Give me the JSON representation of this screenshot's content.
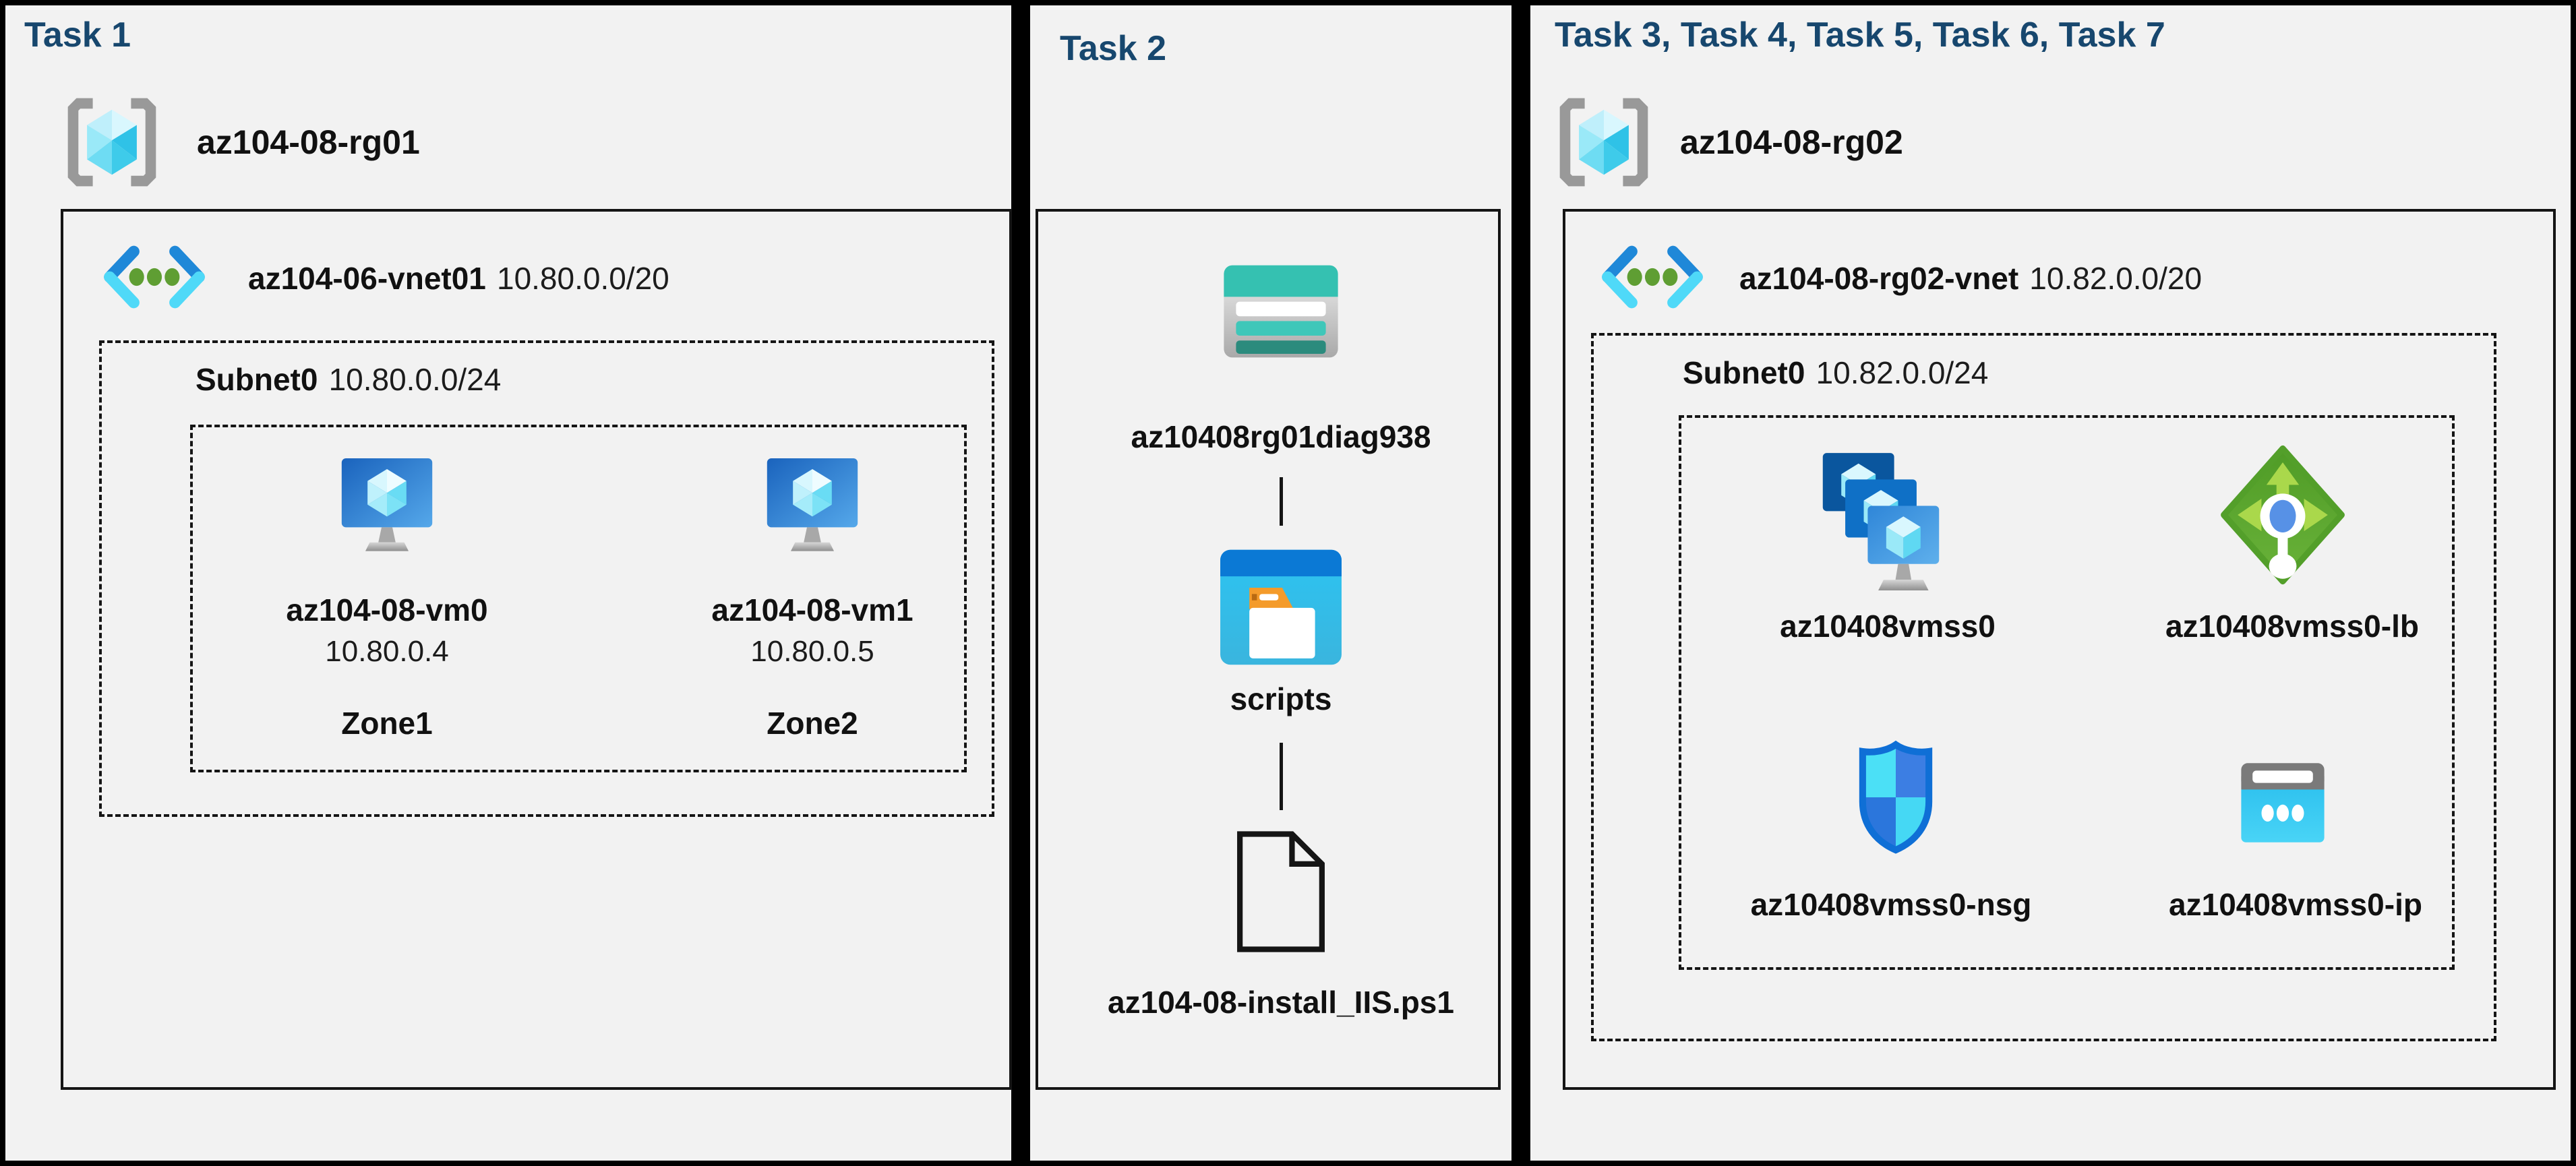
{
  "colors": {
    "background": "#000000",
    "panel_background": "#f2f2f2",
    "task_title": "#17476e",
    "box_border": "#151515",
    "label_text": "#111111",
    "azure_blue": "#1f88d8",
    "azure_cyan": "#4fd9f8",
    "vnet_dot_green": "#5f9e33",
    "lb_green": "#58a32c",
    "storage_teal": "#35c1b1",
    "folder_orange": "#f49b2b",
    "shield_blue": "#0f6fd6"
  },
  "panels": [
    {
      "title": "Task 1",
      "resource_group": "az104-08-rg01",
      "vnet": {
        "name": "az104-06-vnet01",
        "cidr": "10.80.0.0/20"
      },
      "subnet": {
        "name": "Subnet0",
        "cidr": "10.80.0.0/24"
      },
      "vms": [
        {
          "name": "az104-08-vm0",
          "ip": "10.80.0.4",
          "zone": "Zone1"
        },
        {
          "name": "az104-08-vm1",
          "ip": "10.80.0.5",
          "zone": "Zone2"
        }
      ]
    },
    {
      "title": "Task 2",
      "storage_account": "az10408rg01diag938",
      "folder": "scripts",
      "script_file": "az104-08-install_IIS.ps1"
    },
    {
      "title": "Task 3, Task 4, Task 5, Task 6, Task 7",
      "resource_group": "az104-08-rg02",
      "vnet": {
        "name": "az104-08-rg02-vnet",
        "cidr": "10.82.0.0/20"
      },
      "subnet": {
        "name": "Subnet0",
        "cidr": "10.82.0.0/24"
      },
      "resources": {
        "vmss": "az10408vmss0",
        "load_balancer": "az10408vmss0-lb",
        "nsg": "az10408vmss0-nsg",
        "public_ip": "az10408vmss0-ip"
      }
    }
  ]
}
